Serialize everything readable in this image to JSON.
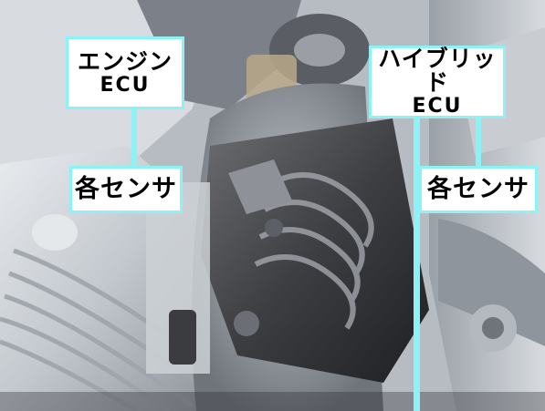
{
  "labels": {
    "engine_ecu": {
      "line1": "エンジン",
      "line2": "ECU"
    },
    "hybrid_ecu": {
      "line1": "ハイブリッド",
      "line2": "ECU"
    },
    "sensor_left": "各センサ",
    "sensor_right": "各センサ"
  },
  "colors": {
    "label_border": "#8cf2f6",
    "label_background": "#ffffff",
    "label_text": "#000000",
    "leader_line": "#8cf2f6"
  }
}
